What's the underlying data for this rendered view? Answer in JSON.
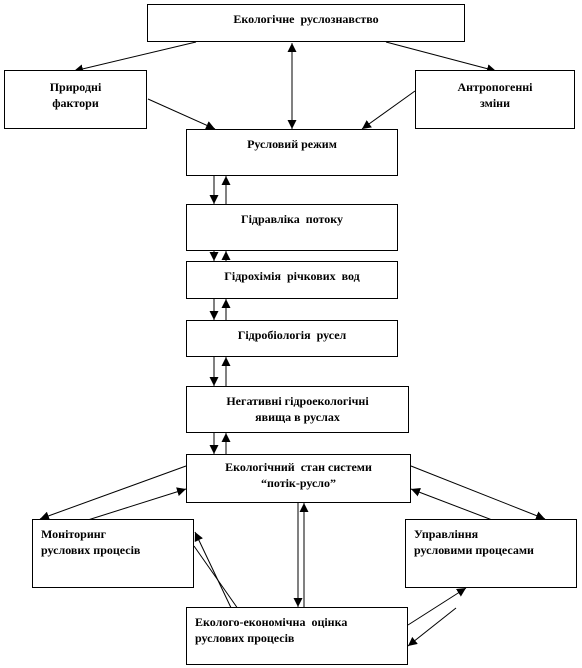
{
  "nodes": {
    "eco": {
      "lines": [
        "Екологічне  русло­знавство"
      ]
    },
    "natural": {
      "lines": [
        "Природні",
        "фактори"
      ]
    },
    "anthro": {
      "lines": [
        "Антропогенні",
        "зміни"
      ]
    },
    "channel_regime": {
      "lines": [
        "Русловий режим"
      ]
    },
    "hydraulics": {
      "lines": [
        "Гідравліка  потоку"
      ]
    },
    "hydrochem": {
      "lines": [
        "Гідрохімія  річкових  вод"
      ]
    },
    "hydrobio": {
      "lines": [
        "Гідробіологія  русел"
      ]
    },
    "negative": {
      "lines": [
        "Негативні гідроекологічні",
        "явища в руслах"
      ]
    },
    "eco_state": {
      "lines": [
        "Екологічний  стан системи",
        "“потік-русло”"
      ]
    },
    "monitoring": {
      "lines": [
        "Моніторинг",
        "руслових процесів"
      ]
    },
    "management": {
      "lines": [
        "Управління",
        "русловими процесами"
      ]
    },
    "econ_eval": {
      "lines": [
        "Еколого-економічна  оцінка",
        "руслових процесів"
      ]
    }
  }
}
